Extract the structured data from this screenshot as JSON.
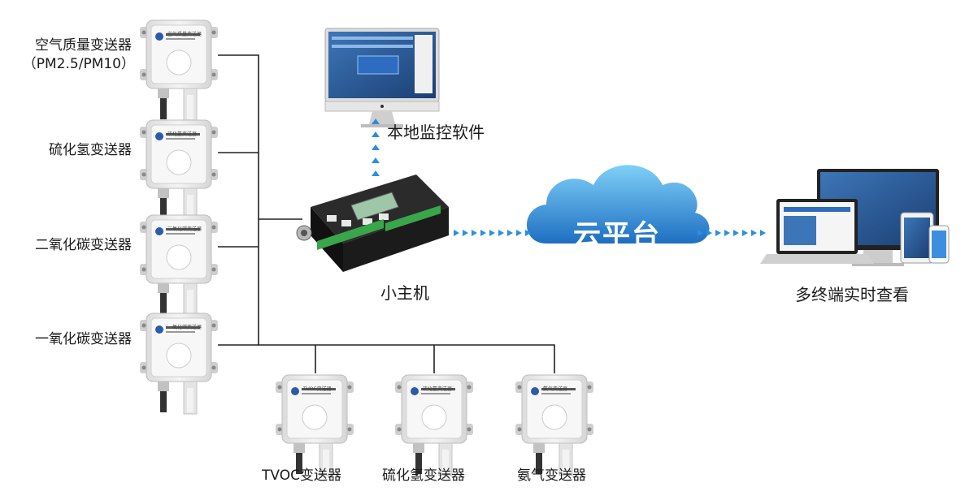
{
  "left_sensors": [
    {
      "label": "空气质量变送器",
      "sublabel": "（PM2.5/PM10）",
      "device_text": "空气质量变送器"
    },
    {
      "label": "硫化氢变送器",
      "device_text": "硫化氢变送器"
    },
    {
      "label": "二氧化碳变送器",
      "device_text": "二氧化碳变送器"
    },
    {
      "label": "一氧化碳变送器",
      "device_text": "一氧化碳变送器"
    }
  ],
  "bottom_sensors": [
    {
      "label": "TVOC变送器",
      "device_text": "TVOC变送器"
    },
    {
      "label": "硫化氢变送器",
      "device_text": "硫化氢变送器"
    },
    {
      "label": "氨气变送器",
      "device_text": "氨气变送器"
    }
  ],
  "host": {
    "label": "小主机"
  },
  "local_software": {
    "label": "本地监控软件"
  },
  "cloud": {
    "label": "云平台"
  },
  "terminals": {
    "label": "多终端实时查看"
  },
  "colors": {
    "arrow": "#2a8fe0",
    "cloud_light": "#7fd0f7",
    "cloud_dark": "#1e6fc2",
    "line": "#222222",
    "sensor_body": "#eeeeee",
    "host_body": "#1f1f1f",
    "terminal_green": "#2bb24c"
  }
}
